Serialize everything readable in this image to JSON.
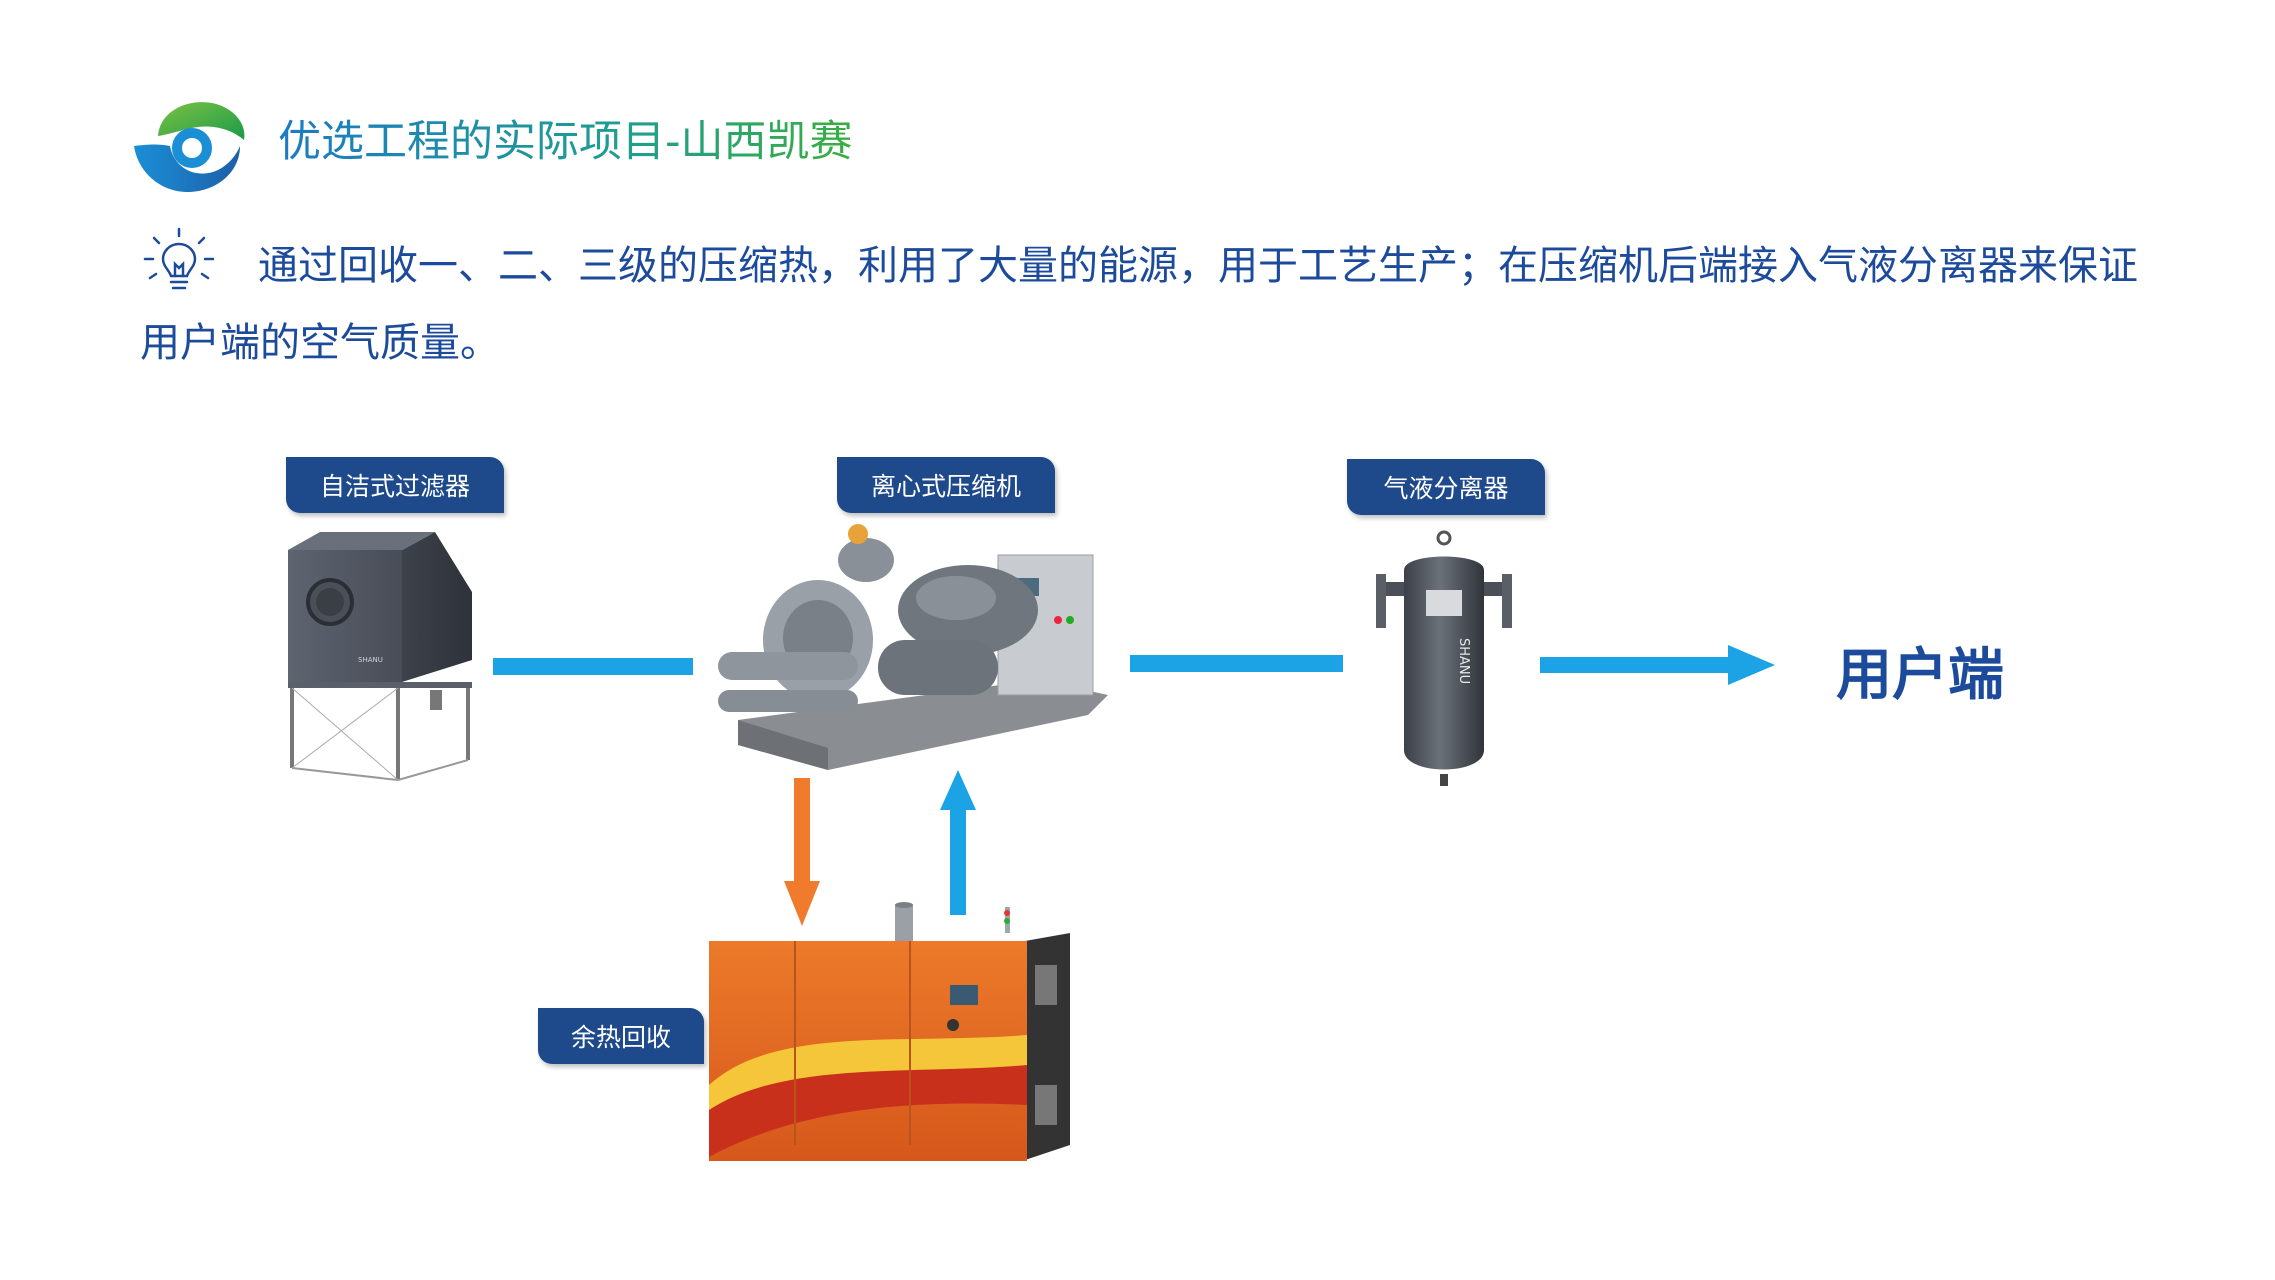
{
  "header": {
    "title": "优选工程的实际项目-山西凯赛",
    "logo_icon": "company-logo-icon"
  },
  "description": {
    "icon": "lightbulb-icon",
    "text": "通过回收一、二、三级的压缩热，利用了大量的能源，用于工艺生产；在压缩机后端接入气液分离器来保证用户端的空气质量。"
  },
  "diagram": {
    "nodes": {
      "filter": {
        "label": "自洁式过滤器",
        "icon": "self-cleaning-filter-icon",
        "brand": "SHANU"
      },
      "compressor": {
        "label": "离心式压缩机",
        "icon": "centrifugal-compressor-icon"
      },
      "separator": {
        "label": "气液分离器",
        "icon": "gas-liquid-separator-icon",
        "brand": "SHANU"
      },
      "heat_recovery": {
        "label": "余热回收",
        "icon": "heat-recovery-unit-icon"
      },
      "user_end": {
        "label": "用户端"
      }
    },
    "colors": {
      "flow": "#1ba3e6",
      "heat_flow": "#f07b2c",
      "tag_bg": "#1e4a8c",
      "text": "#1d4b9b"
    }
  }
}
